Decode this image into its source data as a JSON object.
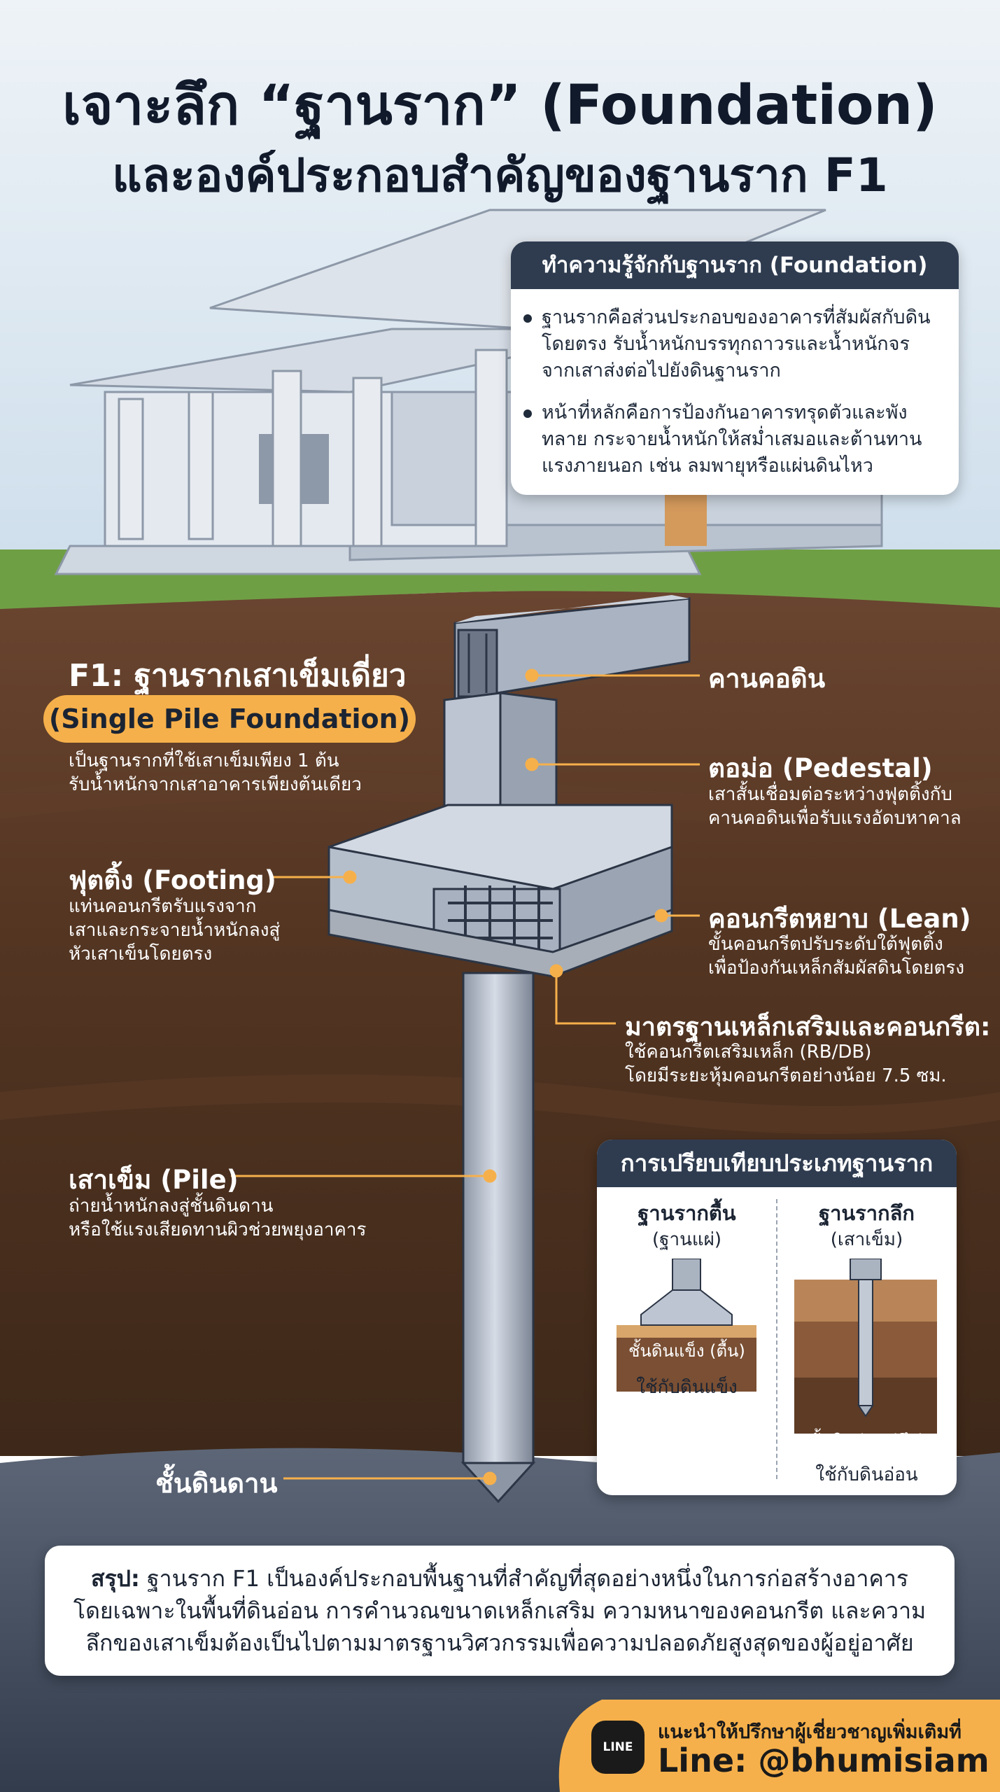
{
  "title": {
    "line1": "เจาะลึก “ฐานราก” (Foundation)",
    "line2": "และองค์ประกอบสำคัญของฐานราก F1"
  },
  "intro": {
    "heading": "ทำความรู้จักกับฐานราก (Foundation)",
    "bullets": [
      "ฐานรากคือส่วนประกอบของอาคารที่สัมผัสกับดินโดยตรง รับน้ำหนักบรรทุกถาวรและน้ำหนักจรจากเสาส่งต่อไปยังดินฐานราก",
      "หน้าที่หลักคือการป้องกันอาคารทรุดตัวและพังทลาย กระจายน้ำหนักให้สม่ำเสมอและต้านทานแรงภายนอก เช่น ลมพายุหรือแผ่นดินไหว"
    ]
  },
  "f1": {
    "title": "F1: ฐานรากเสาเข็มเดี่ยว",
    "subtitle": "(Single Pile Foundation)",
    "desc_line1": "เป็นฐานรากที่ใช้เสาเข็มเพียง 1 ต้น",
    "desc_line2": "รับน้ำหนักจากเสาอาคารเพียงต้นเดียว"
  },
  "components": {
    "grade_beam": {
      "title": "คานคอดิน"
    },
    "pedestal": {
      "title": "ตอม่อ (Pedestal)",
      "line1": "เสาสั้นเชื่อมต่อระหว่างฟุตติ้งกับ",
      "line2": "คานคอดินเพื่อรับแรงอัดบหาคาล"
    },
    "footing": {
      "title": "ฟุตติ้ง (Footing)",
      "line1": "แท่นคอนกรีตรับแรงจาก",
      "line2": "เสาและกระจายน้ำหนักลงสู่",
      "line3": "หัวเสาเข็นโดยตรง"
    },
    "lean": {
      "title": "คอนกรีตหยาบ (Lean)",
      "line1": "ขั้นคอนกรีตปรับระดับใต้ฟุตติ้ง",
      "line2": "เพื่อป้องกันเหล็กสัมผัสดินโดยตรง"
    },
    "standard": {
      "title": "มาตรฐานเหล็กเสริมและคอนกรีต:",
      "line1": "ใช้คอนกรีตเสริมเหล็ก (RB/DB)",
      "line2": "โดยมีระยะหุ้มคอนกรีตอย่างน้อย 7.5 ซม."
    },
    "pile": {
      "title": "เสาเข็ม (Pile)",
      "line1": "ถ่ายน้ำหนักลงสู่ชั้นดินดาน",
      "line2": "หรือใช้แรงเสียดทานผิวช่วยพยุงอาคาร"
    },
    "hardpan": {
      "title": "ชั้นดินดาน"
    }
  },
  "compare": {
    "heading": "การเปรียบเทียบประเภทฐานราก",
    "shallow": {
      "title": "ฐานรากตื้น",
      "subtitle": "(ฐานแผ่)",
      "soil": "ชั้นดินแข็ง (ตื้น)",
      "use": "ใช้กับดินแข็ง"
    },
    "deep": {
      "title": "ฐานรากลึก",
      "subtitle": "(เสาเข็ม)",
      "soil": "ชั้นดินอ่อน (ลึก)",
      "use": "ใช้กับดินอ่อน"
    }
  },
  "summary": {
    "label": "สรุป:",
    "line1": " ฐานราก F1 เป็นองค์ประกอบพื้นฐานที่สำคัญที่สุดอย่างหนึ่งในการก่อสร้างอาคาร",
    "line2": "โดยเฉพาะในพื้นที่ดินอ่อน การคำนวณขนาดเหล็กเสริม ความหนาของคอนกรีต และความ",
    "line3": "ลึกของเสาเข็มต้องเป็นไปตามมาตรฐานวิศวกรรมเพื่อความปลอดภัยสูงสุดของผู้อยู่อาศัย"
  },
  "footer": {
    "icon_text": "LINE",
    "note": "แนะนำให้ปรึกษาผู้เชี่ยวชาญเพิ่มเติมที่",
    "line_id": "Line: @bhumisiam"
  },
  "colors": {
    "accent": "#f6b04b",
    "card_header": "#2f3c50",
    "soil_dark": "#4a2f1f",
    "grass": "#6f9f45",
    "sky": "#dce8f1"
  }
}
